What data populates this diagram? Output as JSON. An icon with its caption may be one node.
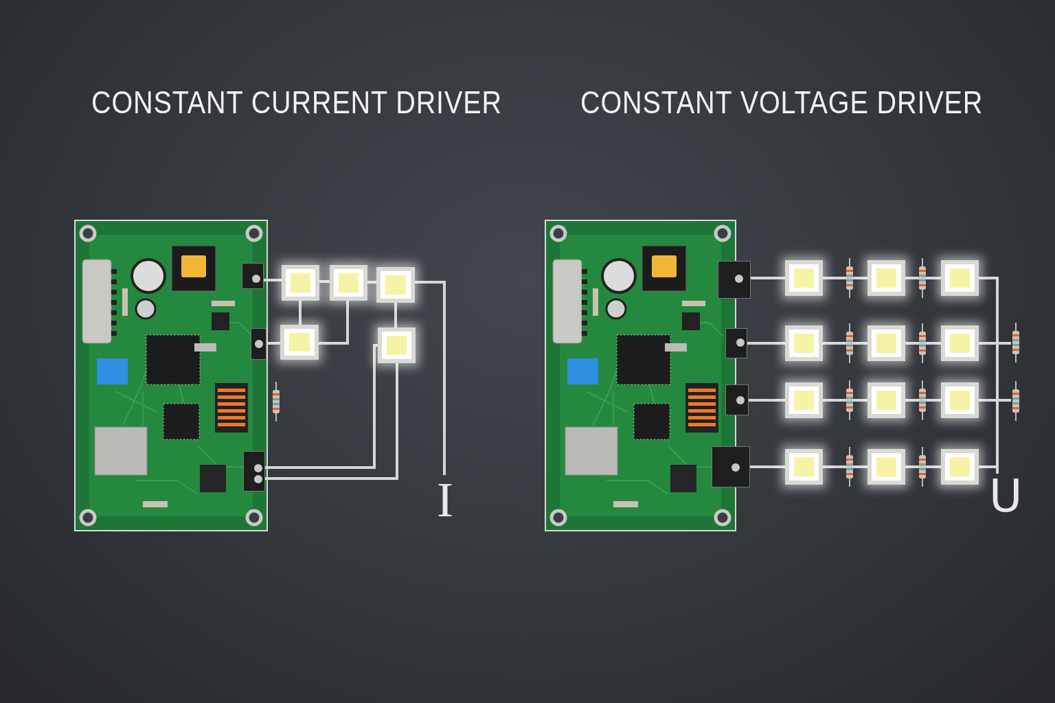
{
  "diagram": {
    "nodes": [
      {
        "text": [],
        "shape": "picture"
      },
      {
        "text": [],
        "shape": "box",
        "in": 0
      },
      {
        "text": [],
        "shape": "box",
        "in": 0
      },
      {
        "text": [],
        "shape": "box",
        "in": 0
      },
      {
        "text": [],
        "shape": "box"
      },
      {
        "text": [],
        "shape": "box"
      },
      {
        "text": [],
        "shape": "box"
      },
      {
        "text": [],
        "shape": "box"
      },
      {
        "text": [],
        "shape": "box"
      },
      {
        "text": [
          "I"
        ]
      },
      {
        "text": [],
        "shape": "picture"
      },
      {
        "text": [],
        "shape": "box",
        "in": 10
      },
      {
        "text": [],
        "shape": "box",
        "in": 10
      },
      {
        "text": [],
        "shape": "box",
        "in": 10
      },
      {
        "text": [],
        "shape": "box",
        "in": 10
      },
      {
        "text": [],
        "shape": "box"
      },
      {
        "text": [],
        "shape": "box"
      },
      {
        "text": [],
        "shape": "box"
      },
      {
        "text": [],
        "shape": "box"
      },
      {
        "text": [],
        "shape": "box"
      },
      {
        "text": [],
        "shape": "box"
      },
      {
        "text": [],
        "shape": "box"
      },
      {
        "text": [],
        "shape": "box"
      },
      {
        "text": [],
        "shape": "box"
      },
      {
        "text": [],
        "shape": "box"
      },
      {
        "text": [],
        "shape": "box"
      },
      {
        "text": [],
        "shape": "box"
      },
      {
        "text": [],
        "shape": "resistor"
      },
      {
        "text": [],
        "shape": "resistor"
      },
      {
        "text": [
          "U"
        ]
      }
    ],
    "edges": [
      {
        "from": 1,
        "to": 4,
        "arrow": "none"
      },
      {
        "from": 4,
        "to": 5,
        "arrow": "none"
      },
      {
        "from": 5,
        "to": 6,
        "arrow": "none"
      },
      {
        "from": 4,
        "to": 7,
        "arrow": "none"
      },
      {
        "from": 2,
        "to": 7,
        "arrow": "none"
      },
      {
        "from": 7,
        "to": 5,
        "arrow": "none"
      },
      {
        "from": 6,
        "to": 8,
        "arrow": "none"
      },
      {
        "from": 6,
        "to": 9,
        "arrow": "none"
      },
      {
        "from": 3,
        "to": 8,
        "arrow": "none"
      },
      {
        "from": 3,
        "to": 8,
        "arrow": "none"
      },
      {
        "from": 11,
        "to": 15,
        "arrow": "none"
      },
      {
        "from": 15,
        "to": 16,
        "arrow": "none"
      },
      {
        "from": 16,
        "to": 17,
        "arrow": "none"
      },
      {
        "from": 17,
        "to": 29,
        "arrow": "none"
      },
      {
        "from": 12,
        "to": 18,
        "arrow": "none"
      },
      {
        "from": 18,
        "to": 19,
        "arrow": "none"
      },
      {
        "from": 19,
        "to": 20,
        "arrow": "none"
      },
      {
        "from": 20,
        "to": 29,
        "arrow": "none"
      },
      {
        "from": 20,
        "to": 27,
        "arrow": "none"
      },
      {
        "from": 13,
        "to": 21,
        "arrow": "none"
      },
      {
        "from": 21,
        "to": 22,
        "arrow": "none"
      },
      {
        "from": 22,
        "to": 23,
        "arrow": "none"
      },
      {
        "from": 23,
        "to": 29,
        "arrow": "none"
      },
      {
        "from": 23,
        "to": 28,
        "arrow": "none"
      },
      {
        "from": 14,
        "to": 24,
        "arrow": "none"
      },
      {
        "from": 24,
        "to": 25,
        "arrow": "none"
      },
      {
        "from": 25,
        "to": 26,
        "arrow": "none"
      },
      {
        "from": 26,
        "to": 29,
        "arrow": "none"
      }
    ],
    "labels": [
      "CONSTANT CURRENT DRIVER",
      "CONSTANT VOLTAGE DRIVER"
    ]
  }
}
